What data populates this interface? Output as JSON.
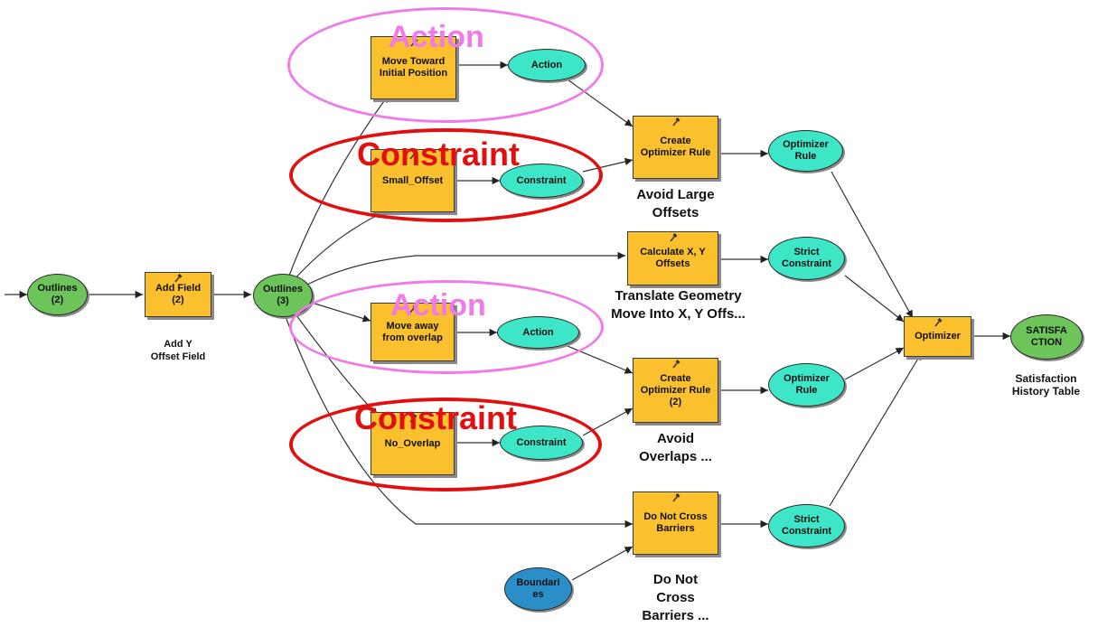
{
  "colors": {
    "tool_fill": "#fbc02d",
    "derived_data": "#3ee6c8",
    "input_data": "#6cc45a",
    "boundary_data": "#2a8fc9",
    "action_highlight": "#f07ae8",
    "constraint_highlight": "#e01010"
  },
  "nodes": {
    "outlines_2": "Outlines\n(2)",
    "add_field": "Add Field\n(2)",
    "outlines_3": "Outlines\n(3)",
    "move_toward": "Move Toward\nInitial Position",
    "small_offset": "Small_Offset",
    "action_1": "Action",
    "constraint_1": "Constraint",
    "create_rule_1": "Create\nOptimizer Rule",
    "optimizer_rule_1": "Optimizer\nRule",
    "calc_xy": "Calculate X, Y\nOffsets",
    "strict_1": "Strict\nConstraint",
    "move_away": "Move away\nfrom overlap",
    "action_2": "Action",
    "no_overlap": "No_Overlap",
    "constraint_2": "Constraint",
    "create_rule_2": "Create\nOptimizer Rule\n(2)",
    "optimizer_rule_2": "Optimizer\nRule",
    "do_not_cross": "Do Not Cross\nBarriers",
    "strict_2": "Strict\nConstraint",
    "boundaries": "Boundari\nes",
    "optimizer": "Optimizer",
    "satisfaction": "SATISFA\nCTION"
  },
  "labels": {
    "add_y": "Add Y\nOffset Field",
    "avoid_large": "Avoid Large\nOffsets",
    "translate": "Translate Geometry\nMove Into X, Y Offs...",
    "avoid_overlaps": "Avoid\nOverlaps ...",
    "do_not_cross": "Do Not\nCross\nBarriers ...",
    "satisfaction_table": "Satisfaction\nHistory Table"
  },
  "annotations": {
    "action_top": "Action",
    "constraint_top": "Constraint",
    "action_bottom": "Action",
    "constraint_bottom": "Constraint"
  }
}
